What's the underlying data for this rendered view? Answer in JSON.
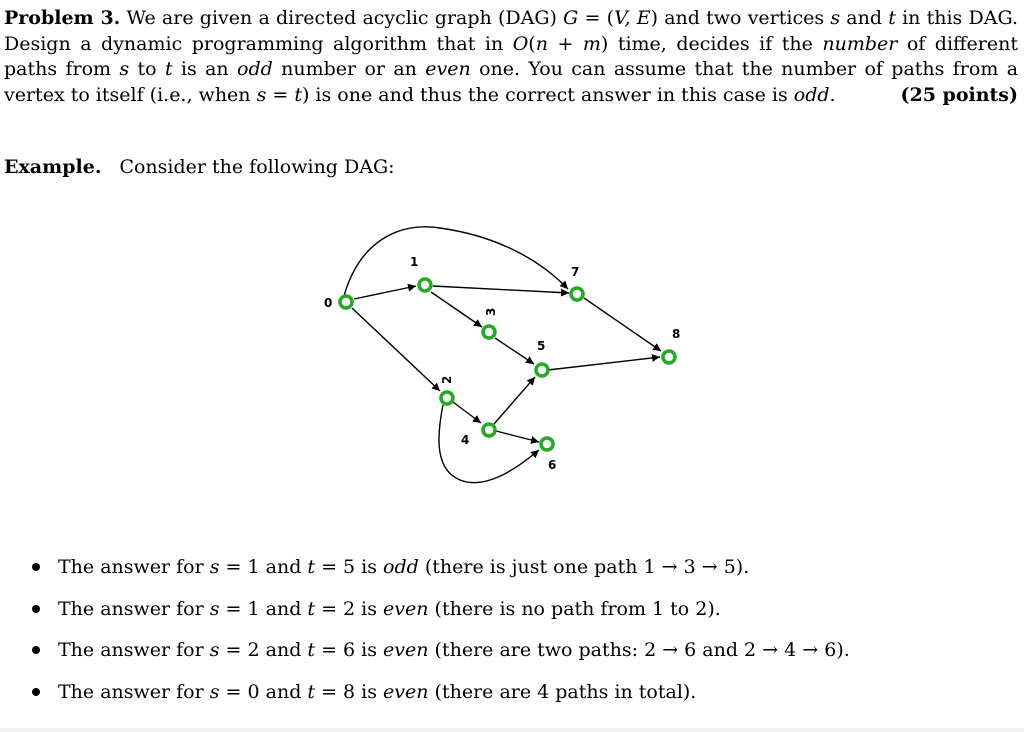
{
  "problem": {
    "heading": "Problem 3.",
    "t1": " We are given a directed acyclic graph (DAG) ",
    "m1": "G",
    "t2": " = (",
    "m2": "V, E",
    "t3": ") and two vertices ",
    "m3": "s",
    "t4": " and ",
    "m4": "t",
    "t5": " in this DAG. Design a dynamic programming algorithm that in ",
    "m5": "O",
    "t6": "(",
    "m6": "n",
    "t7": " + ",
    "m7": "m",
    "t8": ") time, decides if the ",
    "e1": "number",
    "t9": " of different paths from ",
    "m8": "s",
    "t10": " to ",
    "m9": "t",
    "t11": " is an ",
    "e2": "odd",
    "t12": " number or an ",
    "e3": "even",
    "t13": " one. You can assume that the number of paths from a vertex to itself (i.e., when ",
    "m10": "s",
    "t14": " = ",
    "m11": "t",
    "t15": ") is one and thus the correct answer in this case is ",
    "e4": "odd.",
    "points": "(25 points)"
  },
  "example": {
    "label": "Example.",
    "text": "Consider the following DAG:"
  },
  "graph": {
    "node_color": "#22aa22",
    "nodes": [
      {
        "id": "0",
        "label": "0"
      },
      {
        "id": "1",
        "label": "1"
      },
      {
        "id": "2",
        "label": "2"
      },
      {
        "id": "3",
        "label": "3"
      },
      {
        "id": "4",
        "label": "4"
      },
      {
        "id": "5",
        "label": "5"
      },
      {
        "id": "6",
        "label": "6"
      },
      {
        "id": "7",
        "label": "7"
      },
      {
        "id": "8",
        "label": "8"
      }
    ]
  },
  "answers": [
    {
      "pre": "The answer for ",
      "s": "s",
      "eq1": " = 1 and ",
      "t": "t",
      "eq2": " = 5 is ",
      "verdict": "odd",
      "post": " (there is just one path 1 → 3 → 5)."
    },
    {
      "pre": "The answer for ",
      "s": "s",
      "eq1": " = 1 and ",
      "t": "t",
      "eq2": " = 2 is ",
      "verdict": "even",
      "post": " (there is no path from 1 to 2)."
    },
    {
      "pre": "The answer for ",
      "s": "s",
      "eq1": " = 2 and ",
      "t": "t",
      "eq2": " = 6 is ",
      "verdict": "even",
      "post": " (there are two paths: 2 → 6 and 2 → 4 → 6)."
    },
    {
      "pre": "The answer for ",
      "s": "s",
      "eq1": " = 0 and ",
      "t": "t",
      "eq2": " = 8 is ",
      "verdict": "even",
      "post": " (there are 4 paths in total)."
    }
  ]
}
